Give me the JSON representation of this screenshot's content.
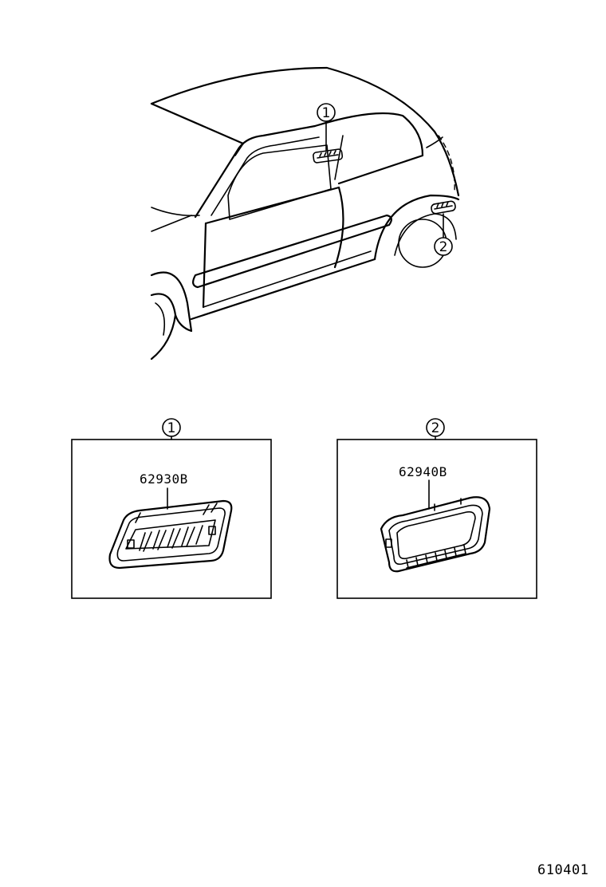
{
  "callouts": {
    "one": "1",
    "two": "2"
  },
  "parts": {
    "part1": {
      "number": "62930B"
    },
    "part2": {
      "number": "62940B"
    }
  },
  "diagram_code": "610401"
}
